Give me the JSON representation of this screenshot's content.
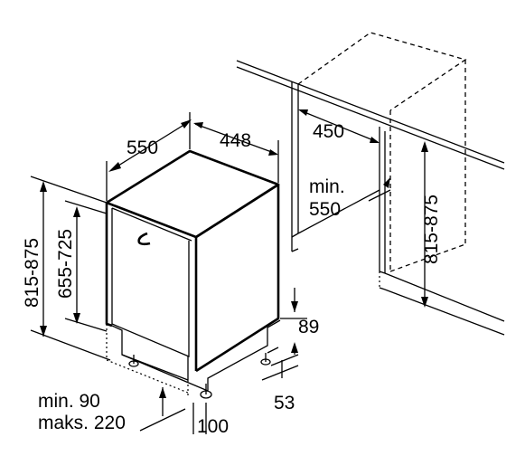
{
  "dimensions": {
    "depth": "550",
    "width": "448",
    "niche_depth": "450",
    "niche_min_depth_label": "min.",
    "niche_min_depth_value": "550",
    "total_height": "815-875",
    "appliance_height": "655-725",
    "niche_height": "815-875",
    "plinth_height": "89",
    "plinth_depth": "53",
    "plinth_offset": "100",
    "plinth_min": "min. 90",
    "plinth_max": "maks. 220"
  }
}
